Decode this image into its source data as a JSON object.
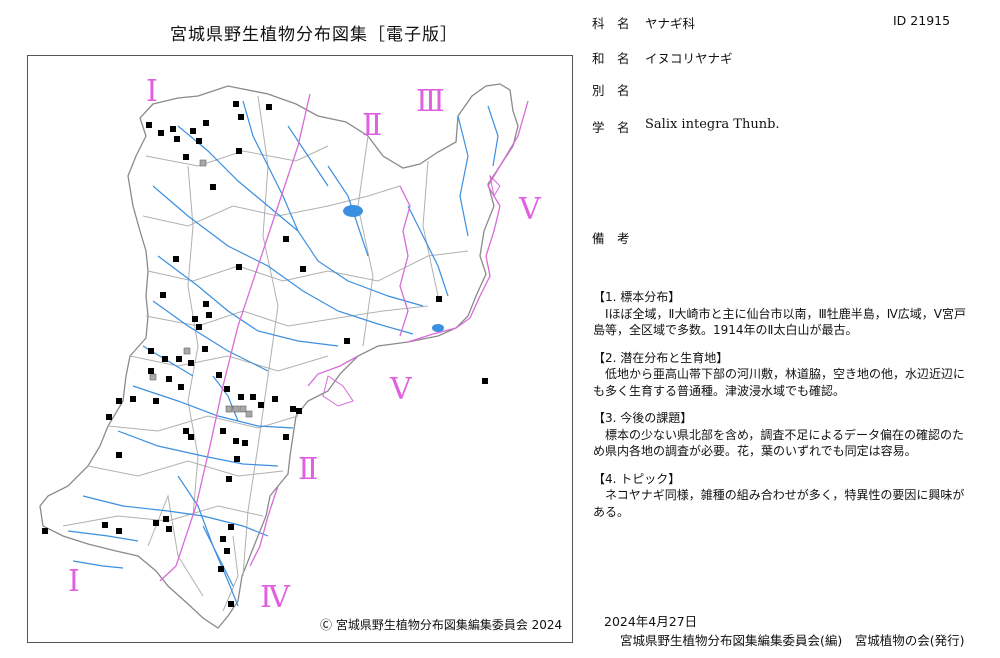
{
  "title": "宮城県野生植物分布図集［電子版］",
  "fields": {
    "family_label": "科　名",
    "family_value": "ヤナギ科",
    "id_text": "ID 21915",
    "japanese_label": "和　名",
    "japanese_value": "イヌコリヤナギ",
    "alias_label": "別　名",
    "scientific_label": "学　名",
    "scientific_value": "Salix integra Thunb.",
    "remarks_label": "備　考"
  },
  "notes": [
    {
      "heading": "【1. 標本分布】",
      "body": "Ⅰほぼ全域，Ⅱ大崎市と主に仙台市以南，Ⅲ牡鹿半島，Ⅳ広域，Ⅴ宮戸島等，全区域で多数。1914年のⅡ太白山が最古。"
    },
    {
      "heading": "【2. 潜在分布と生育地】",
      "body": "低地から亜高山帯下部の河川敷，林道脇，空き地の他，水辺近辺にも多く生育する普通種。津波浸水域でも確認。"
    },
    {
      "heading": "【3. 今後の課題】",
      "body": "標本の少ない県北部を含め，調査不足によるデータ偏在の確認のため県内各地の調査が必要。花，葉のいずれでも同定は容易。"
    },
    {
      "heading": "【4. トピック】",
      "body": "ネコヤナギ同様，雑種の組み合わせが多く，特異性の要因に興味がある。"
    }
  ],
  "map": {
    "zones": [
      "Ⅰ",
      "Ⅱ",
      "Ⅲ",
      "Ⅴ",
      "Ⅴ",
      "Ⅱ",
      "Ⅰ",
      "Ⅳ"
    ],
    "copyright": "Ⓒ 宮城県野生植物分布図集編集委員会 2024",
    "colors": {
      "river": "#3b8fe0",
      "boundary": "#b0b0b0",
      "zone_line": "#d86bd8",
      "specimen": "#000000",
      "potential": "#a8a8a8"
    }
  },
  "footer": {
    "date": "2024年4月27日",
    "publisher": "宮城県野生植物分布図集編集委員会(編)　宮城植物の会(発行)"
  }
}
